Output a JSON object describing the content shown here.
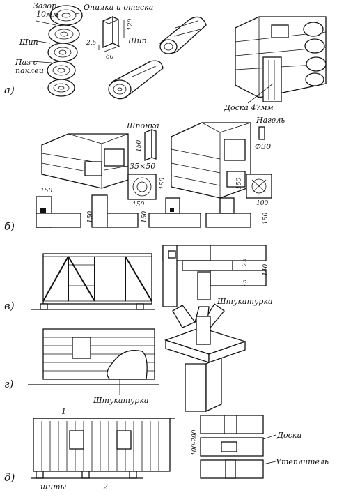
{
  "rows": {
    "a": "а)",
    "b": "б)",
    "v": "в)",
    "g": "г)",
    "d": "д)"
  },
  "labels": {
    "gap": "Зазор",
    "gap_size": "10мм",
    "cut": "Опилка и отеска",
    "tenon": "Шип",
    "groove": "Паз с",
    "groove2": "паклей",
    "dim_120": "120",
    "dim_25": "2,5",
    "dim_60": "60",
    "tenon2": "Шип",
    "board": "Доска 47мм",
    "key": "Шпонка",
    "dim_150k": "150",
    "key_size": "35×50",
    "dowel": "Нагель",
    "dowel_d": "Ф30",
    "d150_1": "150",
    "d150_2": "150",
    "d150_3": "150",
    "d150_4": "150",
    "d150_5": "150",
    "d150_6": "150",
    "d100": "100",
    "d150_7": "150",
    "d25a": "25",
    "d25b": "25",
    "d140": "140",
    "plaster1": "Штукатурка",
    "plaster2": "Штукатурка",
    "n1": "1",
    "n2": "2",
    "panels": "щиты",
    "d100_200": "100-200",
    "boards": "Доски",
    "insul": "Утеплитель"
  }
}
